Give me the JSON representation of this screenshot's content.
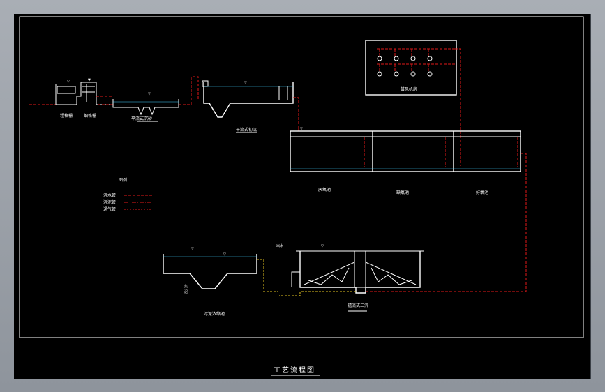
{
  "labels": {
    "coarse_screen": "粗格栅",
    "fine_screen": "细格栅",
    "grit_chamber": "平流式沉砂",
    "primary_tank": "平流式初沉",
    "blower_room": "鼓风机房",
    "anaerobic_tank": "厌氧池",
    "anoxic_tank": "缺氧池",
    "aerobic_tank": "好氧池",
    "sludge_thickener": "污泥浓缩池",
    "secondary_clarifier": "辐流式二沉",
    "drawing_title": "工艺流程图"
  },
  "legend": {
    "title": "图例",
    "items": [
      {
        "label": "污水管",
        "color": "#e01818"
      },
      {
        "label": "污泥管",
        "color": "#e0c020"
      },
      {
        "label": "通气管",
        "color": "#e01818"
      }
    ]
  },
  "colors": {
    "background": "#000000",
    "line": "#ffffff",
    "sewage_pipe": "#e01818",
    "sludge_pipe": "#e0c020"
  }
}
